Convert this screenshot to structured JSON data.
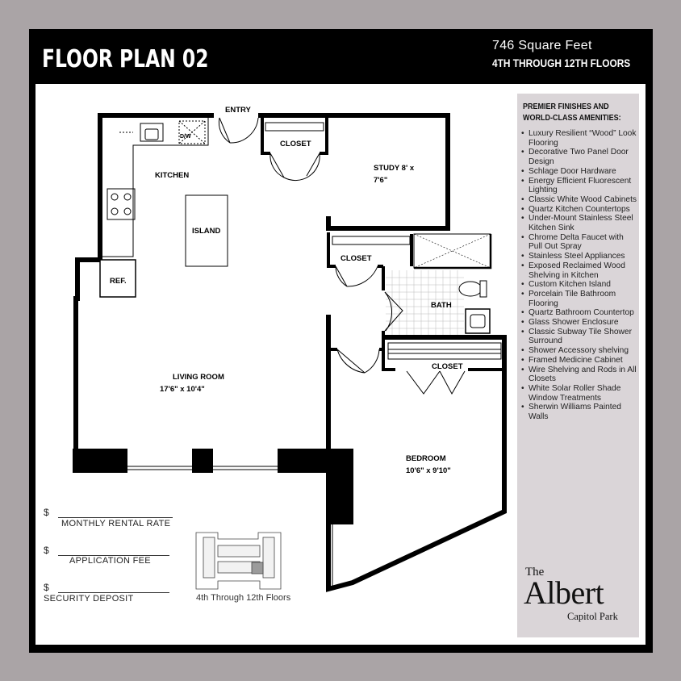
{
  "header": {
    "title": "FLOOR PLAN 02",
    "square_feet": "746 Square Feet",
    "floors": "4TH THROUGH 12TH FLOORS"
  },
  "rooms": {
    "entry": "ENTRY",
    "kitchen": "KITCHEN",
    "dw": "D/W",
    "island": "ISLAND",
    "ref": "REF.",
    "closet_entry": "CLOSET",
    "study_name": "STUDY 8' x",
    "study_dim": "7'6\"",
    "closet_study": "CLOSET",
    "bath": "BATH",
    "living_name": "LIVING ROOM",
    "living_dim": "17'6\" x 10'4\"",
    "closet_bedroom": "CLOSET",
    "bedroom_name": "BEDROOM",
    "bedroom_dim": "10'6\" x 9'10\""
  },
  "fees": [
    {
      "symbol": "$",
      "label": "MONTHLY RENTAL RATE"
    },
    {
      "symbol": "$",
      "label": "APPLICATION FEE"
    },
    {
      "symbol": "$",
      "label": "SECURITY DEPOSIT"
    }
  ],
  "keyplan": {
    "caption": "4th Through 12th Floors"
  },
  "amenities": {
    "heading": "PREMIER FINISHES AND WORLD-CLASS AMENITIES:",
    "items": [
      "Luxury Resilient “Wood” Look Flooring",
      "Decorative Two Panel Door Design",
      "Schlage Door Hardware",
      "Energy Efficient Fluorescent Lighting",
      "Classic White Wood Cabinets",
      "Quartz Kitchen Countertops",
      "Under-Mount Stainless Steel Kitchen Sink",
      "Chrome Delta Faucet with Pull Out Spray",
      "Stainless Steel Appliances",
      "Exposed Reclaimed Wood Shelving in Kitchen",
      "Custom Kitchen Island",
      "Porcelain Tile Bathroom Flooring",
      "Quartz Bathroom Countertop",
      "Glass Shower Enclosure",
      "Classic Subway Tile Shower Surround",
      "Shower Accessory shelving",
      "Framed Medicine Cabinet",
      "Wire Shelving and Rods in All Closets",
      "White Solar Roller Shade Window Treatments",
      "Sherwin Williams Painted Walls"
    ]
  },
  "brand": {
    "the": "The",
    "name": "Albert",
    "sub": "Capitol Park"
  },
  "colors": {
    "background": "#aaa4a6",
    "frame": "#000000",
    "panel": "#dad5d8"
  }
}
